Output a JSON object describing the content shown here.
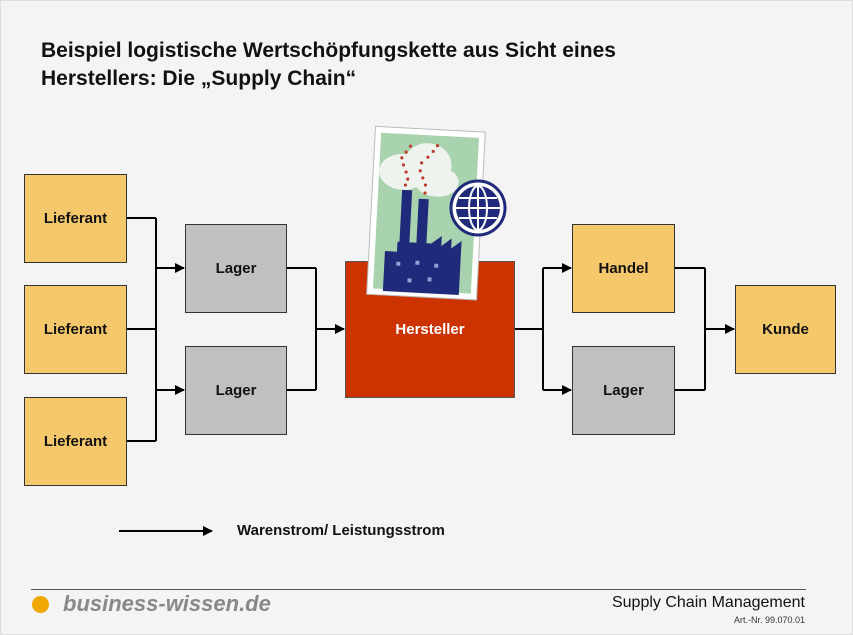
{
  "title_line1": "Beispiel logistische Wertschöpfungskette aus Sicht eines",
  "title_line2": "Herstellers: Die „Supply Chain“",
  "nodes": {
    "lieferant1": "Lieferant",
    "lieferant2": "Lieferant",
    "lieferant3": "Lieferant",
    "lager1": "Lager",
    "lager2": "Lager",
    "hersteller": "Hersteller",
    "handel": "Handel",
    "lager3": "Lager",
    "kunde": "Kunde"
  },
  "legend": "Warenstrom/ Leistungsstrom",
  "footer": {
    "logo": "business-wissen.de",
    "title": "Supply Chain Management",
    "article": "Art.-Nr. 99.070.01"
  },
  "colors": {
    "supplier": "#f5c96b",
    "storage": "#c0c0c0",
    "manufacturer": "#cc3300",
    "logo_dot": "#f0a800"
  }
}
